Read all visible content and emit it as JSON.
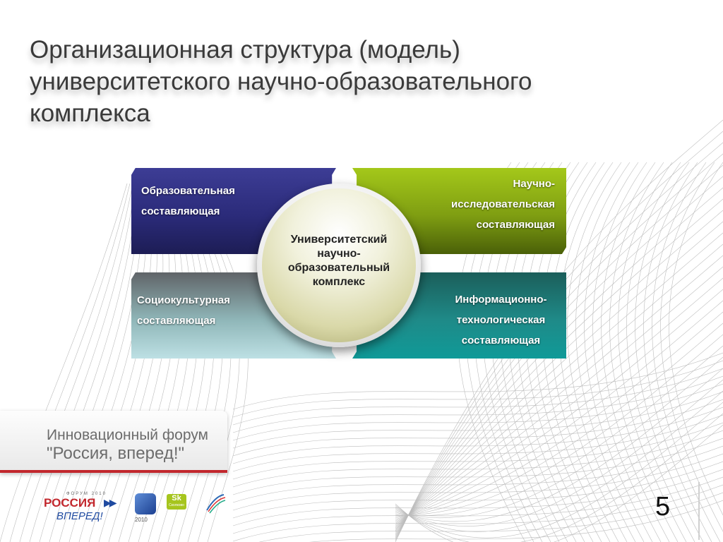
{
  "title": "Организационная структура (модель)\nуниверситетского научно-образовательного\nкомплекса",
  "blocks": {
    "education": "Образовательная\nсоставляющая",
    "research": "Научно-\nисследовательская\nсоставляющая",
    "sociocultural": "Социокультурная\nсоставляющая",
    "it": "Информационно-\nтехнологическая\nсоставляющая"
  },
  "center": "Университетский\nнаучно-\nобразовательный\nкомплекс",
  "forum": {
    "name": "Инновационный форум",
    "slogan": "\"Россия, вперед!\""
  },
  "logos": {
    "year": "ФОРУМ 2010",
    "russia": "РОССИЯ",
    "vpered": "ВПЕРЕД!",
    "icon2_label": "2010",
    "sk": "Sk",
    "sk_sub": "Сколково"
  },
  "page_number": "5",
  "colors": {
    "education": "#2b2b7a",
    "research": "#7f9e12",
    "sociocultural": "#8fb6b8",
    "it": "#1f8a88",
    "accent_red": "#c2272d"
  }
}
